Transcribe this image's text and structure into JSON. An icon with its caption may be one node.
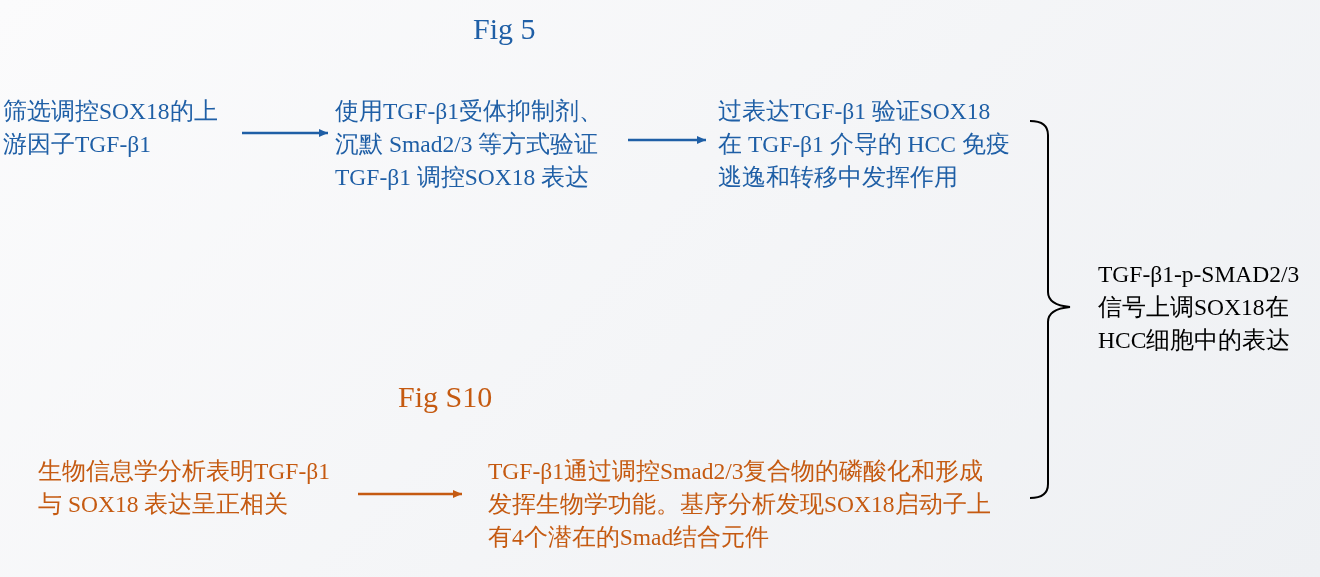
{
  "diagram": {
    "nodes": [
      {
        "text": [
          "筛选调控SOX18的上游因子TGF-β1"
        ]
      },
      {
        "text": [
          "使用TGF-β1受体抑制剂、沉默 Smad2/3 等方式验证 TGF-β1 调控SOX18 表达"
        ]
      },
      {
        "text": [
          "过表达TGF-β1 验证SOX18 在 TGF-β1 介导的 HCC 免疫逃逸和转移中发挥作用"
        ]
      },
      {
        "text": [
          "生物信息学分析表明TGF-β1 与 SOX18 表达呈正相关"
        ]
      },
      {
        "text": [
          "TGF-β1通过调控Smad2/3复合物的磷酸化和形成发挥生物学功能。基序分析发现SOX18启动子上有4个潜在的Smad结合元件"
        ]
      },
      {
        "text": [
          "TGF-β1-p-SMAD2/3 信号上调SOX18在 HCC细胞中的表达"
        ]
      }
    ],
    "edges": [
      {
        "from": 0,
        "to": 1,
        "arrow": "to"
      },
      {
        "from": 1,
        "to": 2,
        "arrow": "to"
      },
      {
        "from": 3,
        "to": 4,
        "arrow": "to",
        "color": "#c55a11"
      }
    ],
    "labels": [
      "Fig 5",
      "Fig S10"
    ]
  }
}
